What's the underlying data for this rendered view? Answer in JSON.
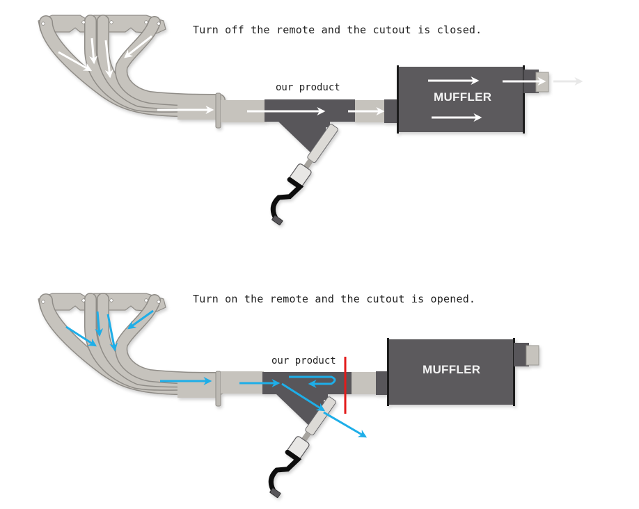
{
  "colors": {
    "pipe": "#c6c3bd",
    "pipe_outline": "#8f8c87",
    "product_body": "#58575a",
    "muffler_body": "#5b5a5d",
    "flow_closed": "#ffffff",
    "flow_open": "#1eaee8",
    "cut_line": "#e31b1b",
    "text": "#222222"
  },
  "panels": [
    {
      "state": "closed",
      "caption": "Turn off the remote and the cutout is closed.",
      "product_label": "our product",
      "muffler_label": "MUFFLER"
    },
    {
      "state": "opened",
      "caption": "Turn on the remote and the cutout is opened.",
      "product_label": "our product",
      "muffler_label": "MUFFLER"
    }
  ]
}
